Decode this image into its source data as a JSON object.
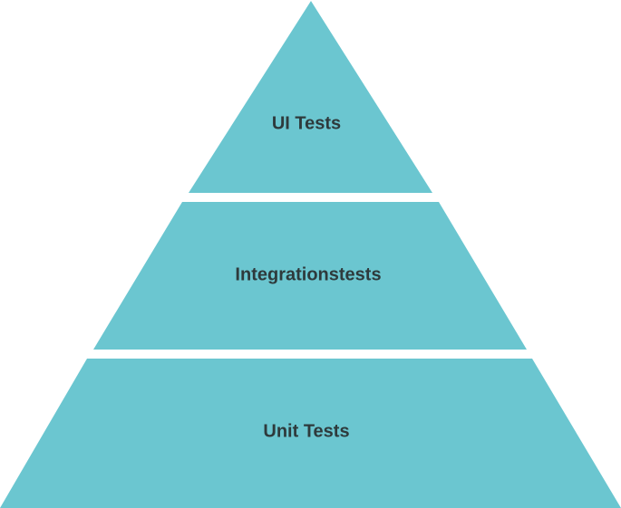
{
  "pyramid": {
    "fill_color": "#6BC6D0",
    "label_color": "#2E3A3C",
    "tiers": [
      {
        "label": "UI Tests"
      },
      {
        "label": "Integrationstests"
      },
      {
        "label": "Unit Tests"
      }
    ]
  }
}
